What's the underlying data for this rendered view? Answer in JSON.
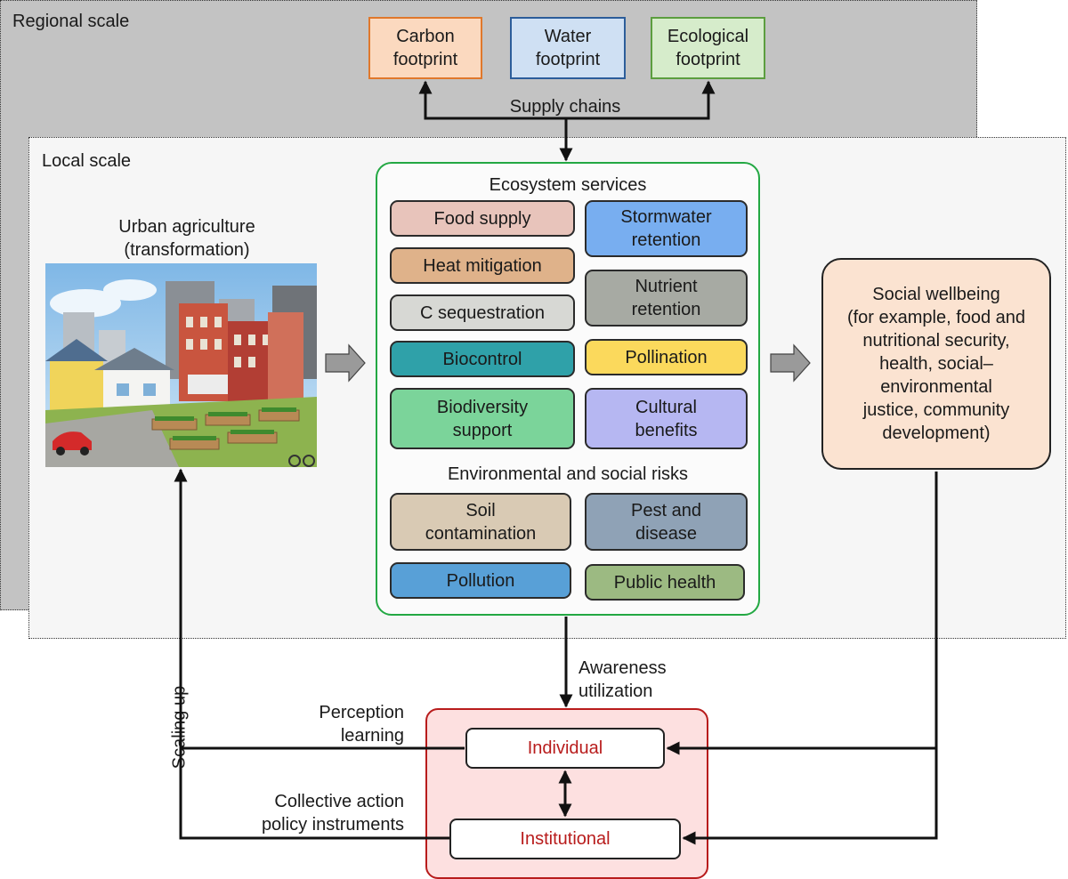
{
  "regional": {
    "label": "Regional scale"
  },
  "local": {
    "label": "Local scale"
  },
  "footprints": [
    {
      "label": "Carbon\nfootprint",
      "fill": "#fbd9bf",
      "border": "#e0782c"
    },
    {
      "label": "Water\nfootprint",
      "fill": "#cfe0f3",
      "border": "#2c5d9a"
    },
    {
      "label": "Ecological\nfootprint",
      "fill": "#d6eccb",
      "border": "#5c9e3f"
    }
  ],
  "supply_chains": "Supply  chains",
  "urban_agriculture": {
    "title": "Urban agriculture\n(transformation)"
  },
  "ecosystem": {
    "title": "Ecosystem services",
    "services": [
      {
        "label": "Food supply",
        "color": "#e8c4bb"
      },
      {
        "label": "Stormwater\nretention",
        "color": "#78aef0"
      },
      {
        "label": "Heat mitigation",
        "color": "#dfb28a"
      },
      {
        "label": "Nutrient\nretention",
        "color": "#a7aaa3"
      },
      {
        "label": "C sequestration",
        "color": "#d7d8d4"
      },
      {
        "label": "Biocontrol",
        "color": "#2fa1a9"
      },
      {
        "label": "Pollination",
        "color": "#fbd95c"
      },
      {
        "label": "Biodiversity\nsupport",
        "color": "#7bd49a"
      },
      {
        "label": "Cultural\nbenefits",
        "color": "#b6b7f2"
      }
    ],
    "risks_title": "Environmental and social risks",
    "risks": [
      {
        "label": "Soil\ncontamination",
        "color": "#d9cab4"
      },
      {
        "label": "Pest and\ndisease",
        "color": "#8fa2b6"
      },
      {
        "label": "Pollution",
        "color": "#58a0d7"
      },
      {
        "label": "Public health",
        "color": "#9cba82"
      }
    ]
  },
  "social": {
    "label": "Social wellbeing\n(for example, food and\nnutritional security,\nhealth, social–\nenvironmental\njustice, community\ndevelopment)"
  },
  "governance": {
    "individual": "Individual",
    "institutional": "Institutional"
  },
  "flow_labels": {
    "awareness": "Awareness\nutilization",
    "perception": "Perception\nlearning",
    "collective": "Collective action\npolicy instruments",
    "scaling": "Scaling up"
  }
}
